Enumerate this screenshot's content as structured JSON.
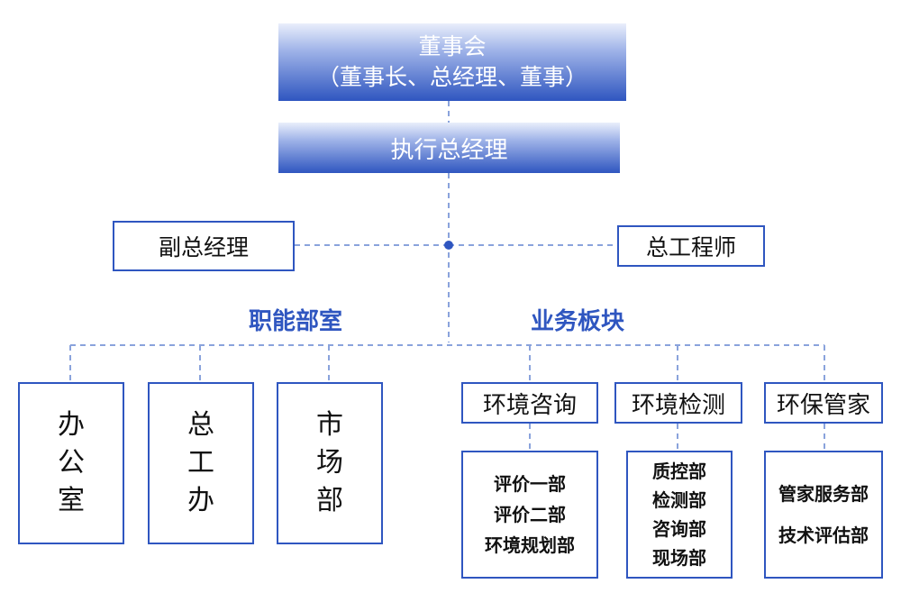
{
  "board": {
    "title": "董事会",
    "members": "（董事长、总经理、董事）"
  },
  "exec": {
    "label": "执行总经理"
  },
  "deputy": {
    "label": "副总经理"
  },
  "chief_engineer": {
    "label": "总工程师"
  },
  "sections": {
    "functional": "职能部室",
    "business": "业务板块"
  },
  "functional_depts": [
    {
      "chars": [
        "办",
        "公",
        "室"
      ]
    },
    {
      "chars": [
        "总",
        "工",
        "办"
      ]
    },
    {
      "chars": [
        "市",
        "场",
        "部"
      ]
    }
  ],
  "business_units": [
    {
      "label": "环境咨询",
      "subs": [
        "评价一部",
        "评价二部",
        "环境规划部"
      ]
    },
    {
      "label": "环境检测",
      "subs": [
        "质控部",
        "检测部",
        "咨询部",
        "现场部"
      ]
    },
    {
      "label": "环保管家",
      "subs": [
        "管家服务部",
        "技术评估部"
      ]
    }
  ],
  "colors": {
    "primary": "#2f56c0",
    "connector": "#8aa3dc"
  }
}
